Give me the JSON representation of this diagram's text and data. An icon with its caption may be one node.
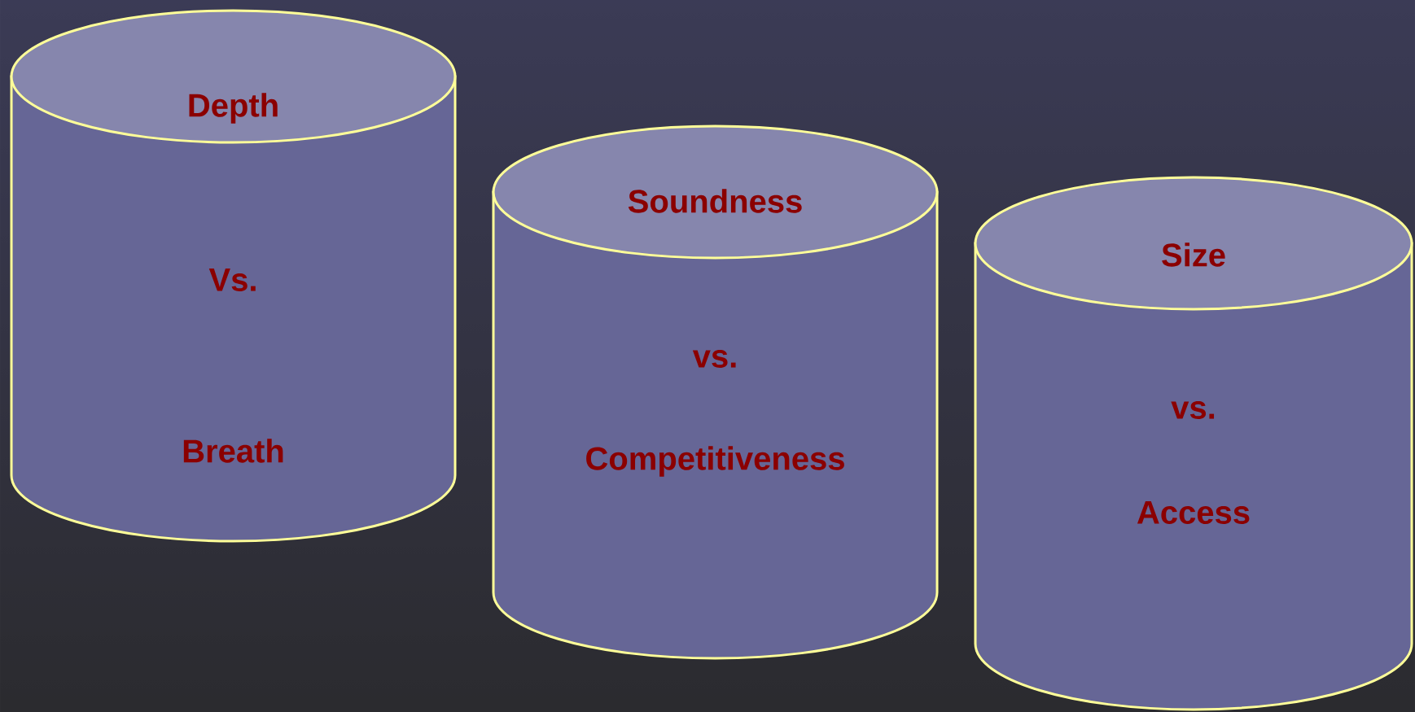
{
  "diagram": {
    "nodes": [
      {
        "text": [
          "Depth",
          "Vs.",
          "Breath"
        ]
      },
      {
        "text": [
          "Soundness",
          "vs.",
          "Competitiveness"
        ]
      },
      {
        "text": [
          "Size",
          "vs.",
          "Access"
        ]
      }
    ]
  }
}
